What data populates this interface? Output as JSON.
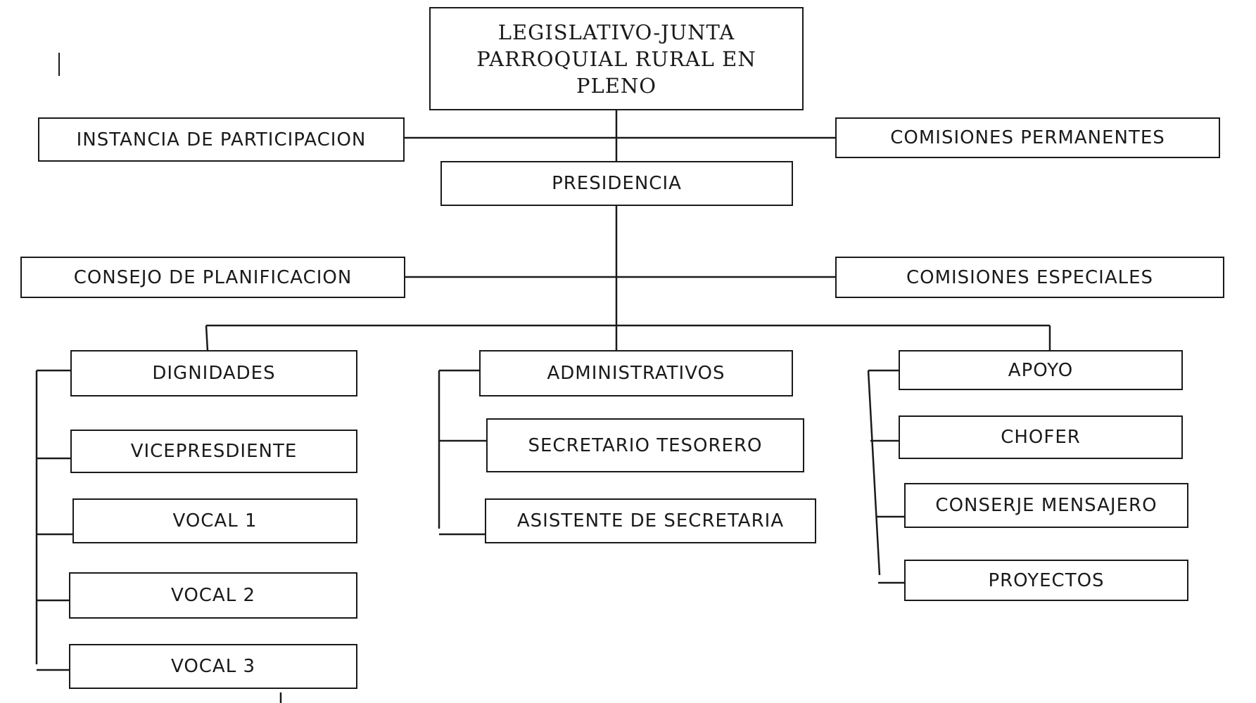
{
  "org_chart": {
    "top": "LEGISLATIVO-JUNTA PARROQUIAL RURAL EN PLENO",
    "instancia": "INSTANCIA DE PARTICIPACION",
    "comisiones_permanentes": "COMISIONES PERMANENTES",
    "presidencia": "PRESIDENCIA",
    "consejo": "CONSEJO DE PLANIFICACION",
    "comisiones_especiales": "COMISIONES ESPECIALES",
    "dignidades": {
      "head": "DIGNIDADES",
      "items": [
        "VICEPRESDIENTE",
        "VOCAL 1",
        "VOCAL 2",
        "VOCAL 3"
      ]
    },
    "administrativos": {
      "head": "ADMINISTRATIVOS",
      "items": [
        "SECRETARIO TESORERO",
        "ASISTENTE DE SECRETARIA"
      ]
    },
    "apoyo": {
      "head": "APOYO",
      "items": [
        "CHOFER",
        "CONSERJE MENSAJERO",
        "PROYECTOS"
      ]
    }
  }
}
